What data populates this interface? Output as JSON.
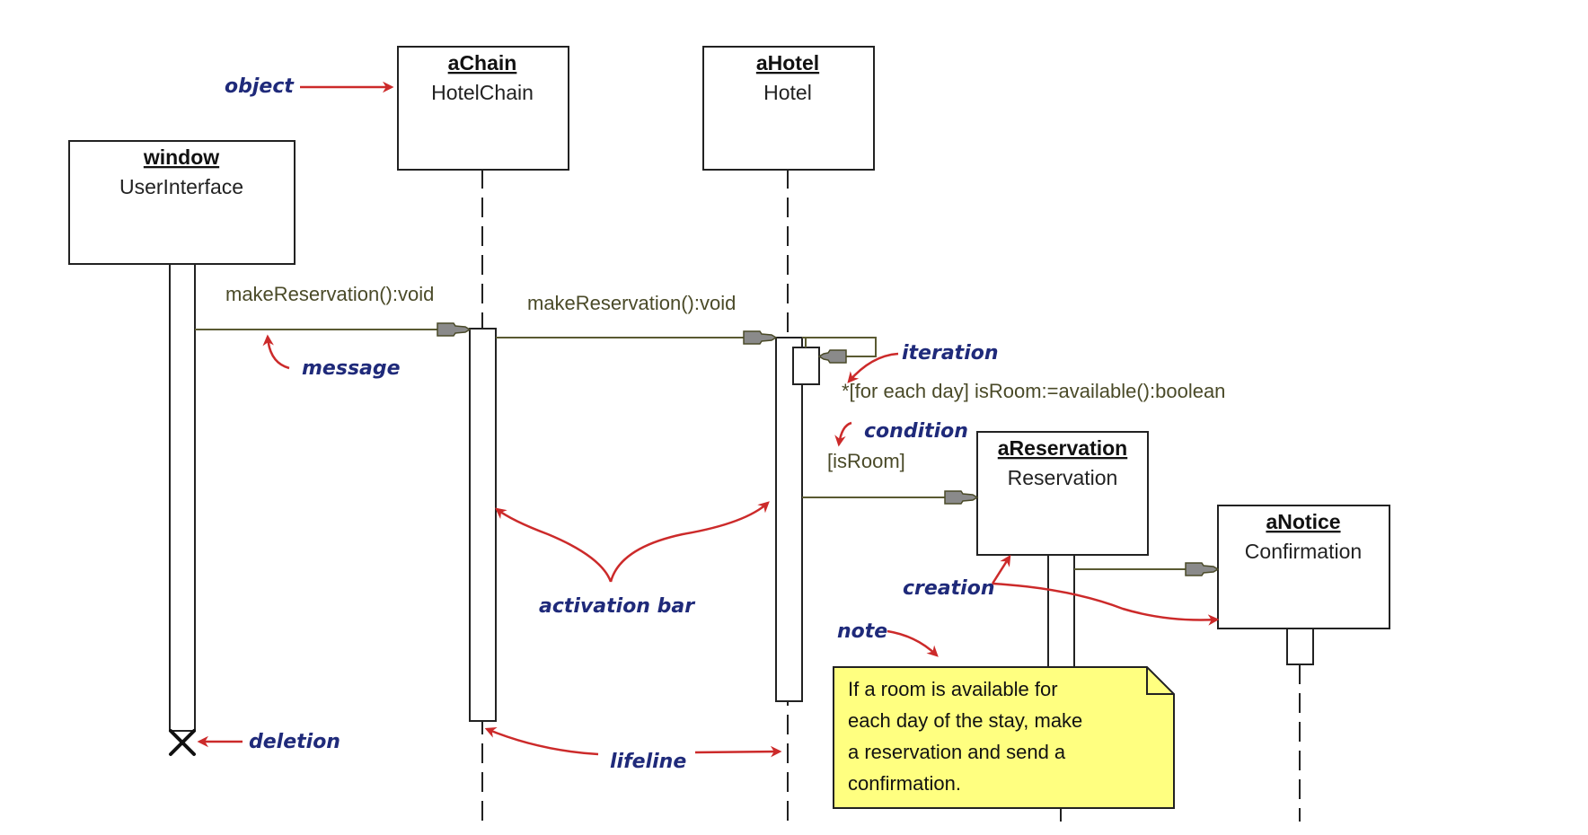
{
  "diagram": {
    "type": "UML sequence diagram",
    "colors": {
      "message_line": "#5a5a32",
      "arrow_head": "#8a8a8a",
      "annotation_text": "#1f2a7a",
      "annotation_arrow": "#cc2a2a",
      "note_fill": "#ffff80",
      "box_stroke": "#222222"
    },
    "objects": [
      {
        "id": "window",
        "instance": "window",
        "class": "UserInterface"
      },
      {
        "id": "achain",
        "instance": "aChain",
        "class": "HotelChain"
      },
      {
        "id": "ahotel",
        "instance": "aHotel",
        "class": "Hotel"
      },
      {
        "id": "areservation",
        "instance": "aReservation",
        "class": "Reservation"
      },
      {
        "id": "anotice",
        "instance": "aNotice",
        "class": "Confirmation"
      }
    ],
    "messages": [
      {
        "from": "window",
        "to": "aChain",
        "label": "makeReservation():void"
      },
      {
        "from": "aChain",
        "to": "aHotel",
        "label": "makeReservation():void"
      },
      {
        "from": "aHotel",
        "to": "aHotel",
        "label": "*[for each day] isRoom:=available():boolean"
      },
      {
        "from": "aHotel",
        "to": "aReservation",
        "label": "[isRoom]"
      },
      {
        "from": "aReservation",
        "to": "aNotice",
        "label": ""
      }
    ],
    "annotations": {
      "object": "object",
      "message": "message",
      "iteration": "iteration",
      "condition": "condition",
      "activation_bar": "activation bar",
      "creation": "creation",
      "note": "note",
      "deletion": "deletion",
      "lifeline": "lifeline"
    },
    "note": {
      "lines": [
        "If a room is available for",
        "each day of the stay, make",
        "a reservation and send a",
        "confirmation."
      ]
    }
  }
}
